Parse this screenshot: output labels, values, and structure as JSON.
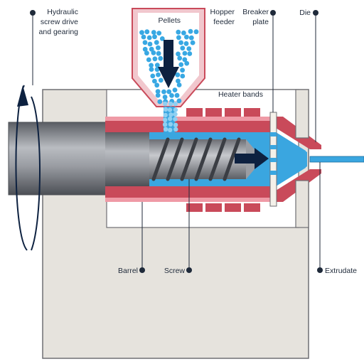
{
  "labels": {
    "hydraulic": [
      "Hydraulic",
      "screw drive",
      "and gearing"
    ],
    "pellets": "Pellets",
    "hopper": [
      "Hopper",
      "feeder"
    ],
    "breaker": [
      "Breaker",
      "plate"
    ],
    "die": "Die",
    "heater": "Heater bands",
    "extrudate": "Extrudate",
    "screw": "Screw",
    "barrel": "Barrel"
  },
  "colors": {
    "frame": "#e6e3dd",
    "frame_stroke": "#6f6f73",
    "heater": "#c94a5a",
    "heater_light": "#ef9aa6",
    "melt": "#3aa6e0",
    "pellet": "#38a8e3",
    "shaft": "#8c8f96",
    "arrow": "#0d2140",
    "text": "#1f2a3a"
  }
}
